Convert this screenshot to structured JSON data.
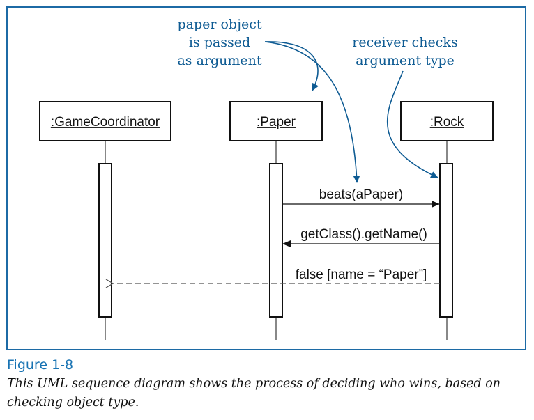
{
  "frame_color": "#1c6aa5",
  "note_color": "#0e5b93",
  "caption_number_color": "#1873b3",
  "lifelines": [
    {
      "id": "game-coordinator",
      "label": ":GameCoordinator"
    },
    {
      "id": "paper",
      "label": ":Paper"
    },
    {
      "id": "rock",
      "label": ":Rock"
    }
  ],
  "messages": [
    {
      "label": "beats(aPaper)",
      "from": ":Paper",
      "to": ":Rock",
      "style": "solid"
    },
    {
      "label": "getClass().getName()",
      "from": ":Rock",
      "to": ":Paper",
      "style": "solid"
    },
    {
      "label": "false [name = “Paper”]",
      "from": ":Rock",
      "to": ":GameCoordinator",
      "style": "dashed-return"
    }
  ],
  "notes": {
    "paper_passed": [
      "paper object",
      "is passed",
      "as argument"
    ],
    "receiver_checks": [
      "receiver checks",
      "argument type"
    ]
  },
  "caption": {
    "number": "Figure 1-8",
    "text": "This UML sequence diagram shows the process of deciding who wins, based on checking object type."
  }
}
